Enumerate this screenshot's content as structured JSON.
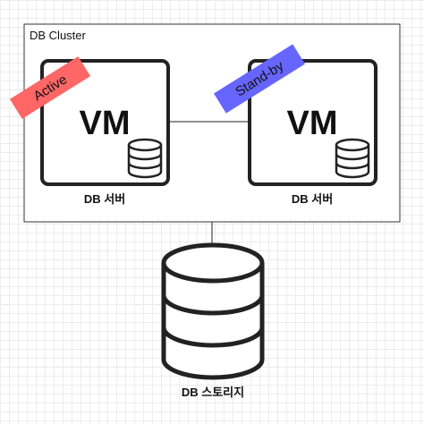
{
  "cluster": {
    "label": "DB Cluster"
  },
  "servers": [
    {
      "vm_label": "VM",
      "label": "DB 서버",
      "badge": "Active",
      "badge_color": "#ff6666"
    },
    {
      "vm_label": "VM",
      "label": "DB 서버",
      "badge": "Stand-by",
      "badge_color": "#6666ff"
    }
  ],
  "storage": {
    "label": "DB 스토리지",
    "icon": "database-icon"
  },
  "colors": {
    "stroke": "#222222",
    "background": "#ffffff"
  }
}
